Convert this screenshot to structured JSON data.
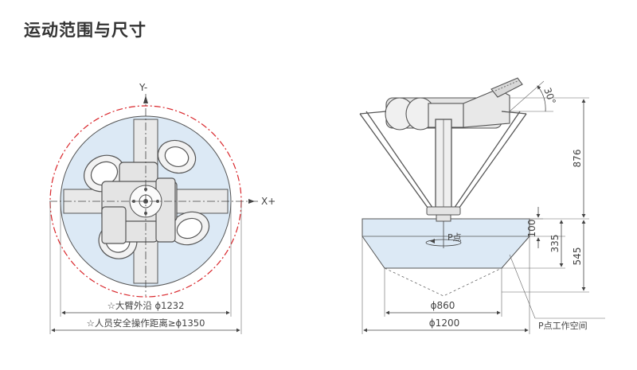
{
  "title": "运动范围与尺寸",
  "top_view": {
    "y_axis": "Y-",
    "x_axis": "X+",
    "arm_reach": "☆大臂外沿 ϕ1232",
    "safety_distance": "☆人员安全操作距离≥ϕ1350"
  },
  "side_view": {
    "tilt_angle": "30°",
    "height_876": "876",
    "height_335": "335",
    "height_545": "545",
    "height_100": "100",
    "diameter_860": "ϕ860",
    "diameter_1200": "ϕ1200",
    "p_point": "P点",
    "workspace": "P点工作空间"
  },
  "colors": {
    "workspace_fill": "#dce9f5",
    "safety_circle": "#d9262b",
    "body_fill": "#e4e4e4",
    "line": "#555555"
  }
}
